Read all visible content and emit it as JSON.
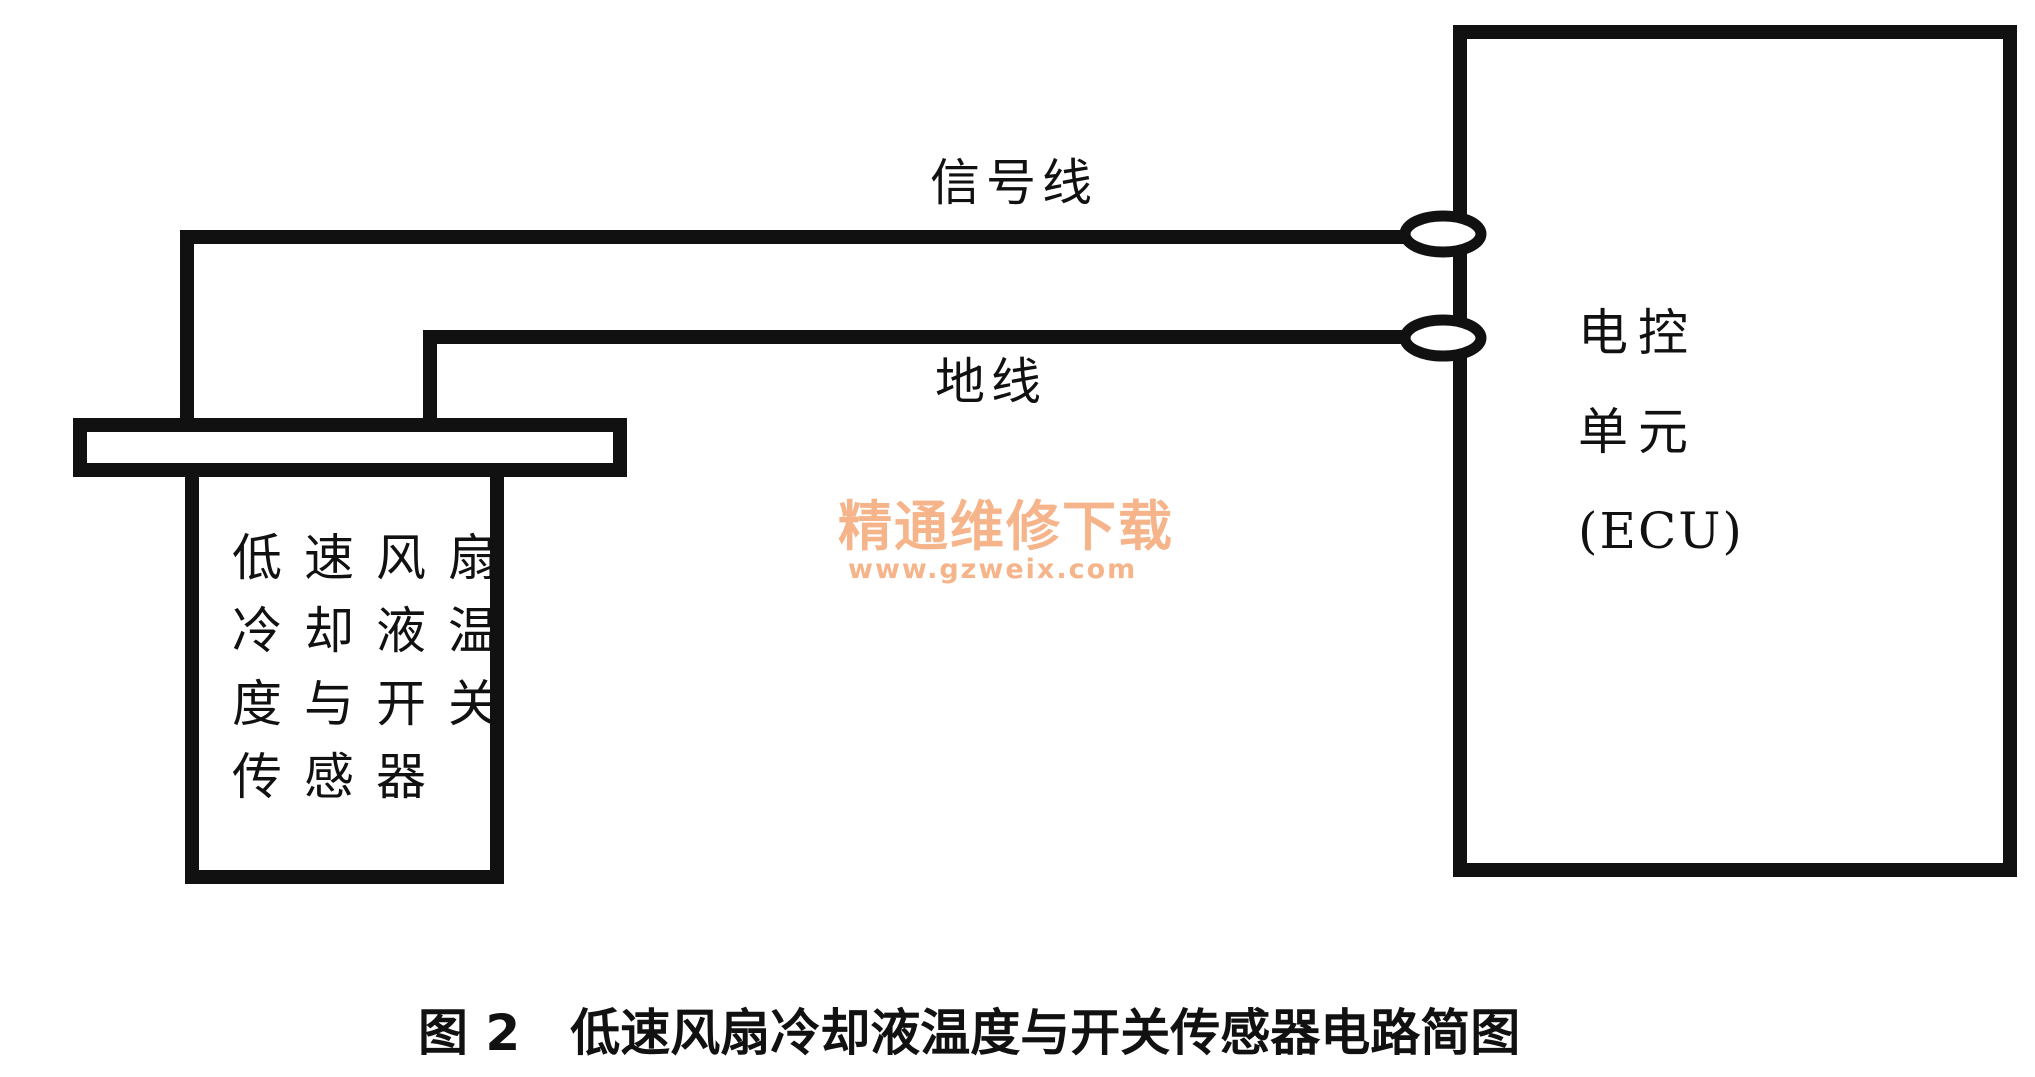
{
  "diagram": {
    "signal_wire_label": "信号线",
    "ground_wire_label": "地线",
    "sensor": {
      "lines": [
        "低速风扇",
        "冷却液温",
        "度与开关",
        "传感器"
      ]
    },
    "ecu": {
      "lines": [
        "电控",
        "单元",
        "(ECU)"
      ]
    },
    "watermark": {
      "title": "精通维修下载",
      "url": "www.gzweix.com"
    },
    "caption": "图 2　低速风扇冷却液温度与开关传感器电路简图"
  }
}
